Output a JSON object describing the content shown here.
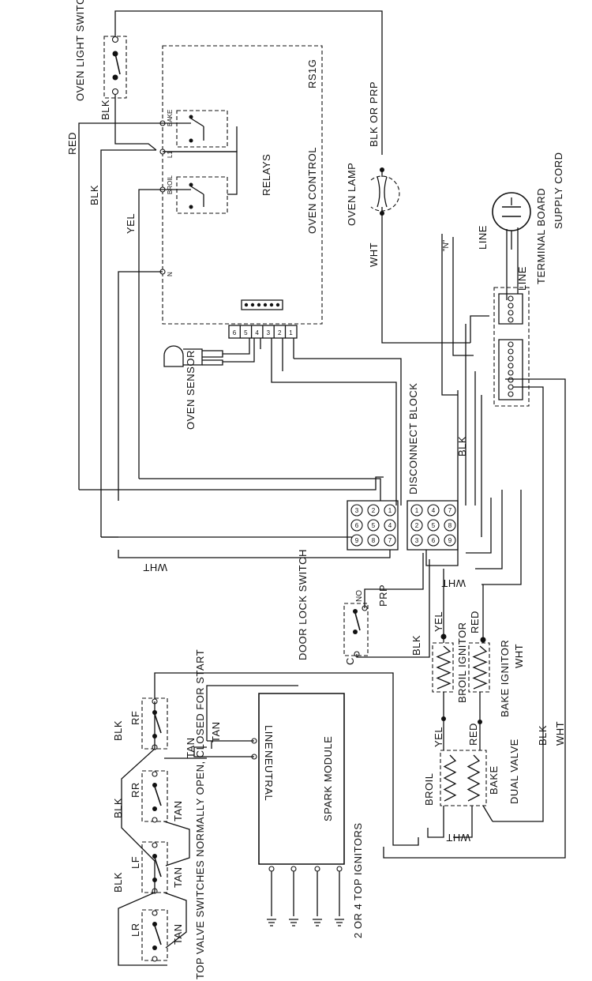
{
  "labels": {
    "oven_light_switch": "OVEN LIGHT SWITCH",
    "oven_control": "OVEN CONTROL",
    "rs1g": "RS1G",
    "relays": "RELAYS",
    "oven_lamp": "OVEN LAMP",
    "oven_sensor": "OVEN SENSOR",
    "disconnect_block": "DISCONNECT BLOCK",
    "terminal_board": "TERMINAL BOARD",
    "supply_cord": "SUPPLY CORD",
    "line": "LINE",
    "n_marker": "\"N\"",
    "door_lock_switch": "DOOR LOCK SWITCH",
    "door_c": "C",
    "door_no": "NO",
    "broil_ignitor": "BROIL IGNITOR",
    "bake_ignitor": "BAKE IGNITOR",
    "broil": "BROIL",
    "bake": "BAKE",
    "dual_valve": "DUAL VALVE",
    "spark_module": "SPARK MODULE",
    "spark_line": "LINE",
    "spark_neutral": "NEUTRAL",
    "top_valve_note": "TOP VALVE SWITCHES NORMALLY OPEN, CLOSED FOR START",
    "ignitor_note": "2 OR 4 TOP IGNITORS",
    "rf": "RF",
    "rr": "RR",
    "lf": "LF",
    "lr": "LR",
    "relay_bake": "BAKE",
    "relay_l1": "L1",
    "relay_broil": "BROIL",
    "n": "N"
  },
  "wires": {
    "blk": "BLK",
    "red": "RED",
    "yel": "YEL",
    "wht": "WHT",
    "tan": "TAN",
    "prp": "PRP",
    "blk_or_prp": "BLK OR PRP"
  },
  "connector_pins": [
    "6",
    "5",
    "4",
    "3",
    "2",
    "1"
  ],
  "disconnect_left_pins": [
    [
      "7",
      "8",
      "9"
    ],
    [
      "4",
      "5",
      "6"
    ],
    [
      "1",
      "2",
      "3"
    ]
  ],
  "disconnect_right_pins": [
    [
      "1",
      "4",
      "7"
    ],
    [
      "2",
      "5",
      "8"
    ],
    [
      "3",
      "6",
      "9"
    ]
  ]
}
